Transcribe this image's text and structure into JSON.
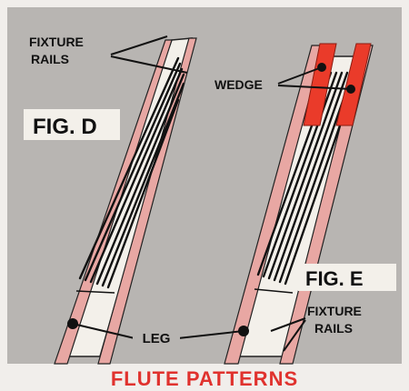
{
  "labels": {
    "fixture_rails_top": [
      "FIXTURE",
      "RAILS"
    ],
    "fig_d": "FIG. D",
    "wedge": "WEDGE",
    "fig_e": "FIG. E",
    "fixture_rails_bottom": [
      "FIXTURE",
      "RAILS"
    ],
    "leg": "LEG"
  },
  "caption": "FLUTE PATTERNS",
  "colors": {
    "background": "#b8b5b2",
    "border": "#f1eeeb",
    "rail": "#e8a7a3",
    "leg": "#f3f0ea",
    "wedge": "#ea3b2a",
    "ink": "#111111",
    "caption": "#e0322e"
  }
}
